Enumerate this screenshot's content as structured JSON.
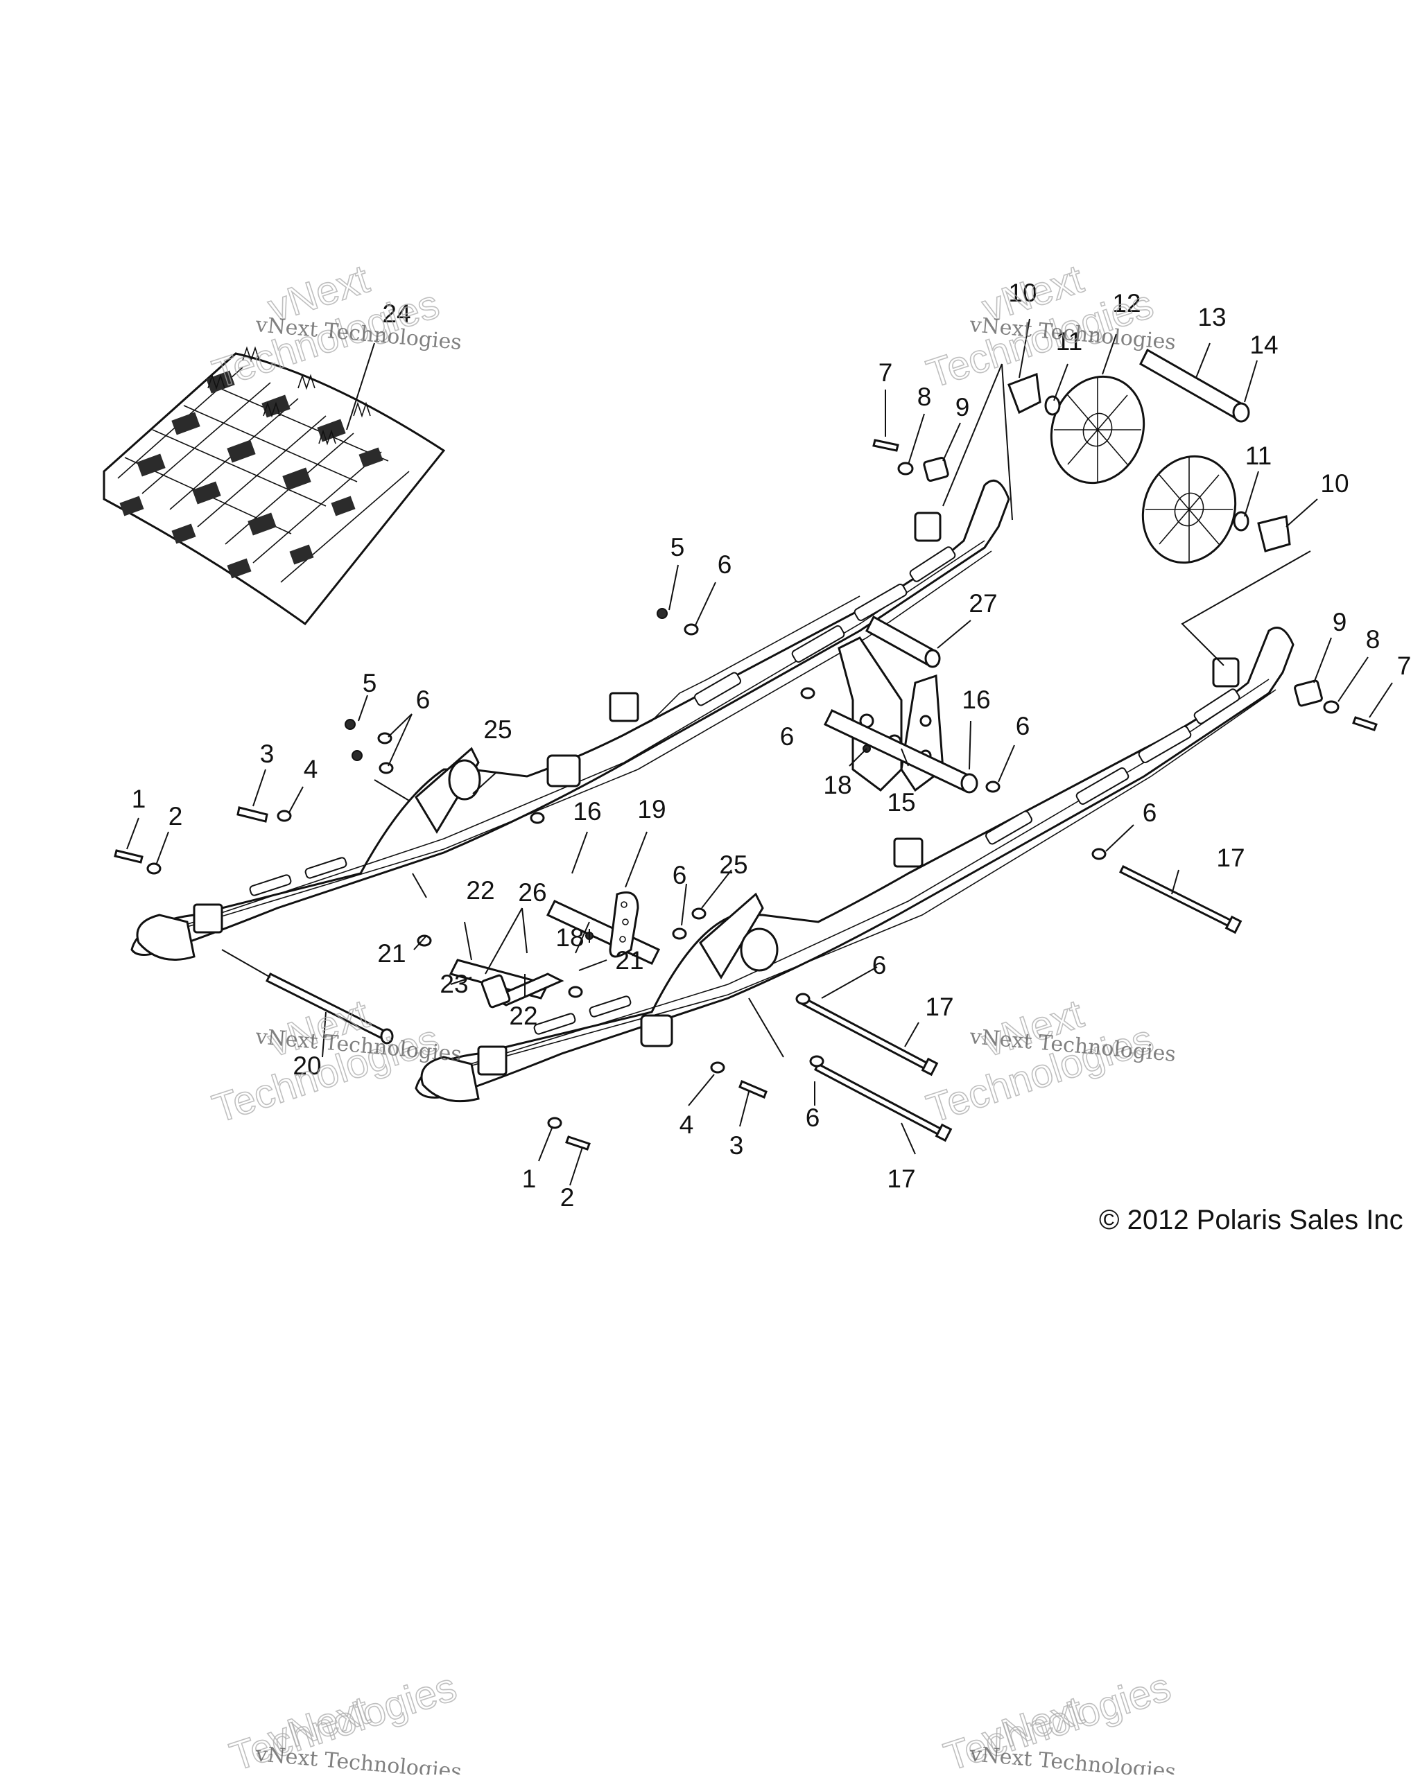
{
  "diagram": {
    "callouts": [
      "1",
      "2",
      "3",
      "4",
      "5",
      "6",
      "7",
      "8",
      "9",
      "10",
      "11",
      "12",
      "13",
      "14",
      "15",
      "16",
      "17",
      "18",
      "19",
      "20",
      "21",
      "22",
      "23",
      "24",
      "25",
      "26",
      "27"
    ],
    "copyright": "© 2012 Polaris Sales Inc",
    "watermark": {
      "line1": "vNext Technologies",
      "line2": "vNext",
      "line3": "Technologies"
    }
  }
}
